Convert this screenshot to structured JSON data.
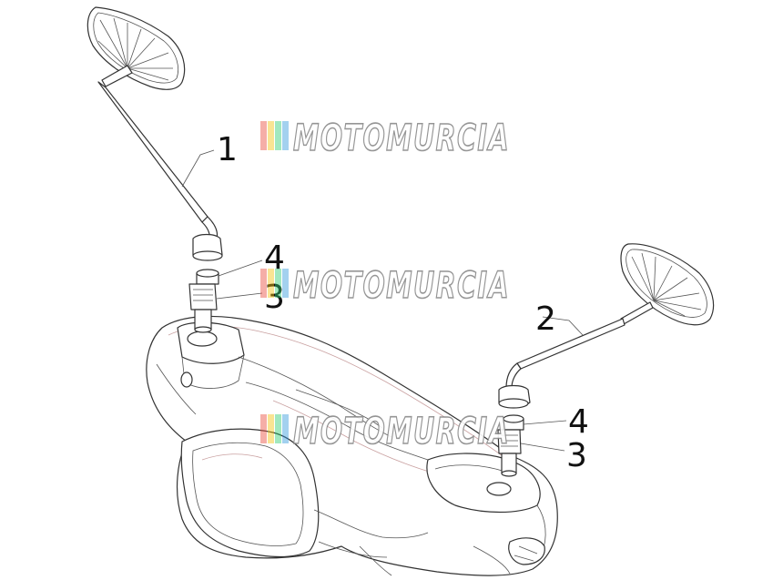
{
  "labels": {
    "left_mirror": "1",
    "right_mirror": "2",
    "left_adapter": "3",
    "left_nut": "4",
    "right_nut": "4",
    "right_adapter": "3"
  },
  "watermark": {
    "text": "MOTOMURCIA",
    "stripe_colors": [
      "#e74c3c",
      "#f1c40f",
      "#2ecc71",
      "#3498db"
    ]
  }
}
